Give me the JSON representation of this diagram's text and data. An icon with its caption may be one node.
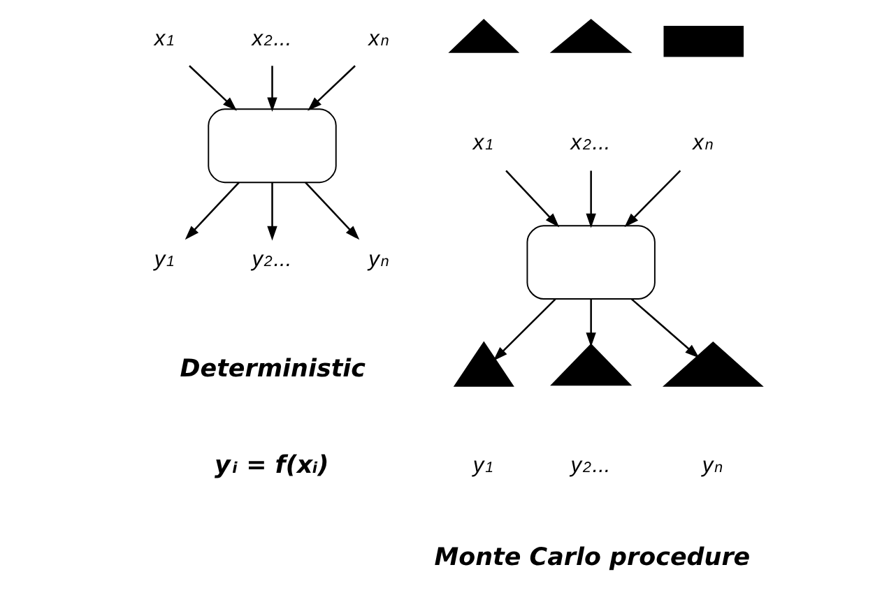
{
  "diagram": {
    "nodes": [
      {
        "text": [
          "x$_{1}$"
        ]
      },
      {
        "text": [
          "x$_{2}$..."
        ]
      },
      {
        "text": [
          "x$_{n}$"
        ]
      },
      {
        "text": [],
        "shape": "box"
      },
      {
        "text": [
          "y$_{1}$"
        ]
      },
      {
        "text": [
          "y$_{2}$..."
        ]
      },
      {
        "text": [
          "y$_{n}$"
        ]
      },
      {
        "text": [],
        "shape": "picture"
      },
      {
        "text": [],
        "shape": "picture"
      },
      {
        "text": [],
        "shape": "bar"
      },
      {
        "text": [
          "x$_{1}$"
        ]
      },
      {
        "text": [
          "x$_{2}$..."
        ]
      },
      {
        "text": [
          "x$_{n}$"
        ]
      },
      {
        "text": [],
        "shape": "box"
      },
      {
        "text": [],
        "shape": "picture",
        "beside": [
          "y$_{1}$"
        ]
      },
      {
        "text": [],
        "shape": "picture",
        "beside": [
          "y$_{2}$..."
        ]
      },
      {
        "text": [],
        "shape": "picture",
        "beside": [
          "y$_{n}$"
        ]
      }
    ],
    "edges": [
      {
        "from": 0,
        "to": 3,
        "arrow": "to"
      },
      {
        "from": 1,
        "to": 3,
        "arrow": "to"
      },
      {
        "from": 2,
        "to": 3,
        "arrow": "to"
      },
      {
        "from": 3,
        "to": 4,
        "arrow": "to"
      },
      {
        "from": 3,
        "to": 5,
        "arrow": "to"
      },
      {
        "from": 3,
        "to": 6,
        "arrow": "to"
      },
      {
        "from": 10,
        "to": 13,
        "arrow": "to"
      },
      {
        "from": 11,
        "to": 13,
        "arrow": "to"
      },
      {
        "from": 12,
        "to": 13,
        "arrow": "to"
      },
      {
        "from": 13,
        "to": 14,
        "arrow": "to"
      },
      {
        "from": 13,
        "to": 15,
        "arrow": "to"
      },
      {
        "from": 13,
        "to": 16,
        "arrow": "to"
      }
    ],
    "labels": [
      "Deterministic",
      "y$_{i}$ = f(x$_{i}$)",
      "Monte Carlo procedure"
    ]
  }
}
